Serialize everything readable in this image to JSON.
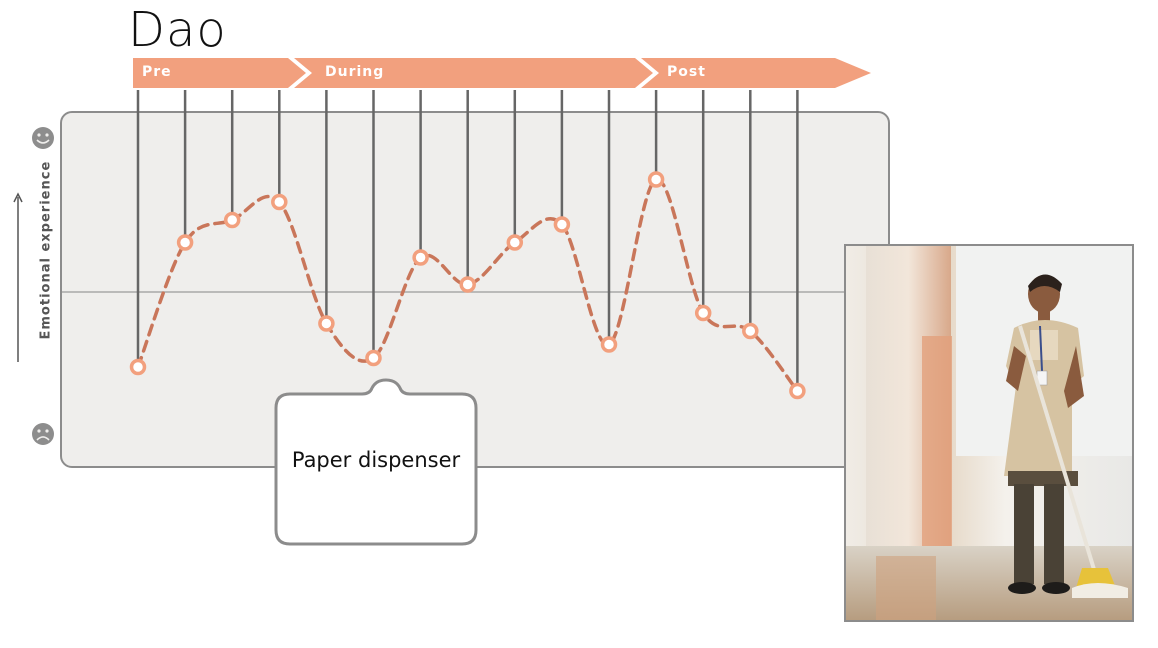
{
  "title": "Dao",
  "phases": [
    {
      "label": "Pre"
    },
    {
      "label": "During"
    },
    {
      "label": "Post"
    }
  ],
  "y_axis_label": "Emotional experience",
  "callout": "Paper dispenser",
  "icons": [
    "happy-face-icon",
    "sad-face-icon",
    "arrow-up-icon"
  ],
  "colors": {
    "accent": "#f2a07e",
    "curve": "#c9765a",
    "panel": "#efeeec",
    "stem": "#666666"
  },
  "chart_data": {
    "type": "line",
    "x": [
      1,
      2,
      3,
      4,
      5,
      6,
      7,
      8,
      9,
      10,
      11,
      12,
      13,
      14,
      15
    ],
    "values": [
      -0.5,
      0.33,
      0.48,
      0.6,
      -0.21,
      -0.44,
      0.23,
      0.05,
      0.33,
      0.45,
      -0.35,
      0.75,
      -0.14,
      -0.26,
      -0.66
    ],
    "ylim": [
      -1,
      1
    ],
    "baseline": 0
  }
}
